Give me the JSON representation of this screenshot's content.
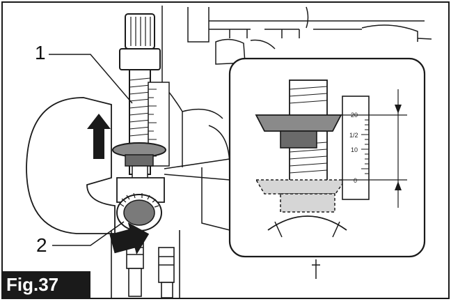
{
  "figure": {
    "label": "Fig.37"
  },
  "callouts": [
    {
      "id": "1",
      "text": "1"
    },
    {
      "id": "2",
      "text": "2"
    }
  ],
  "detail_scale": {
    "ticks": [
      "20",
      "1/2",
      "10",
      "0"
    ]
  },
  "colors": {
    "line": "#1a1a1a",
    "arrow_fill": "#1a1a1a",
    "stopper_fill": "#8a8a8a",
    "stopper_dark": "#6a6a6a",
    "ghost_fill": "#d6d6d6",
    "panel_bg": "#ffffff"
  },
  "icons": {
    "arrow_up": "up-arrow-icon",
    "arrow_push": "push-arrow-icon"
  }
}
